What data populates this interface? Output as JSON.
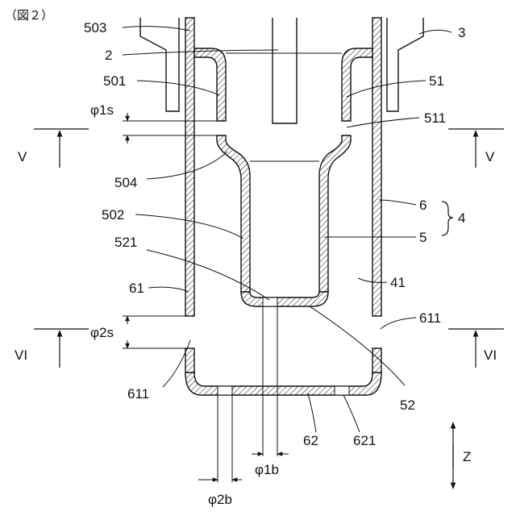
{
  "figure": {
    "caption": "（図２）",
    "labels": {
      "l503": "503",
      "l2": "2",
      "l3": "3",
      "l501": "501",
      "l51": "51",
      "l511": "511",
      "phi1s": "φ1s",
      "v_left": "V",
      "v_right": "V",
      "l504": "504",
      "l502": "502",
      "l6": "6",
      "l4": "4",
      "l5": "5",
      "l521": "521",
      "l61": "61",
      "l41": "41",
      "l611a": "611",
      "phi2s": "φ2s",
      "vi_left": "VI",
      "vi_right": "VI",
      "l611b": "611",
      "l52": "52",
      "l62": "62",
      "l621": "621",
      "z": "Z",
      "phi1b": "φ1b",
      "phi2b": "φ2b"
    }
  }
}
